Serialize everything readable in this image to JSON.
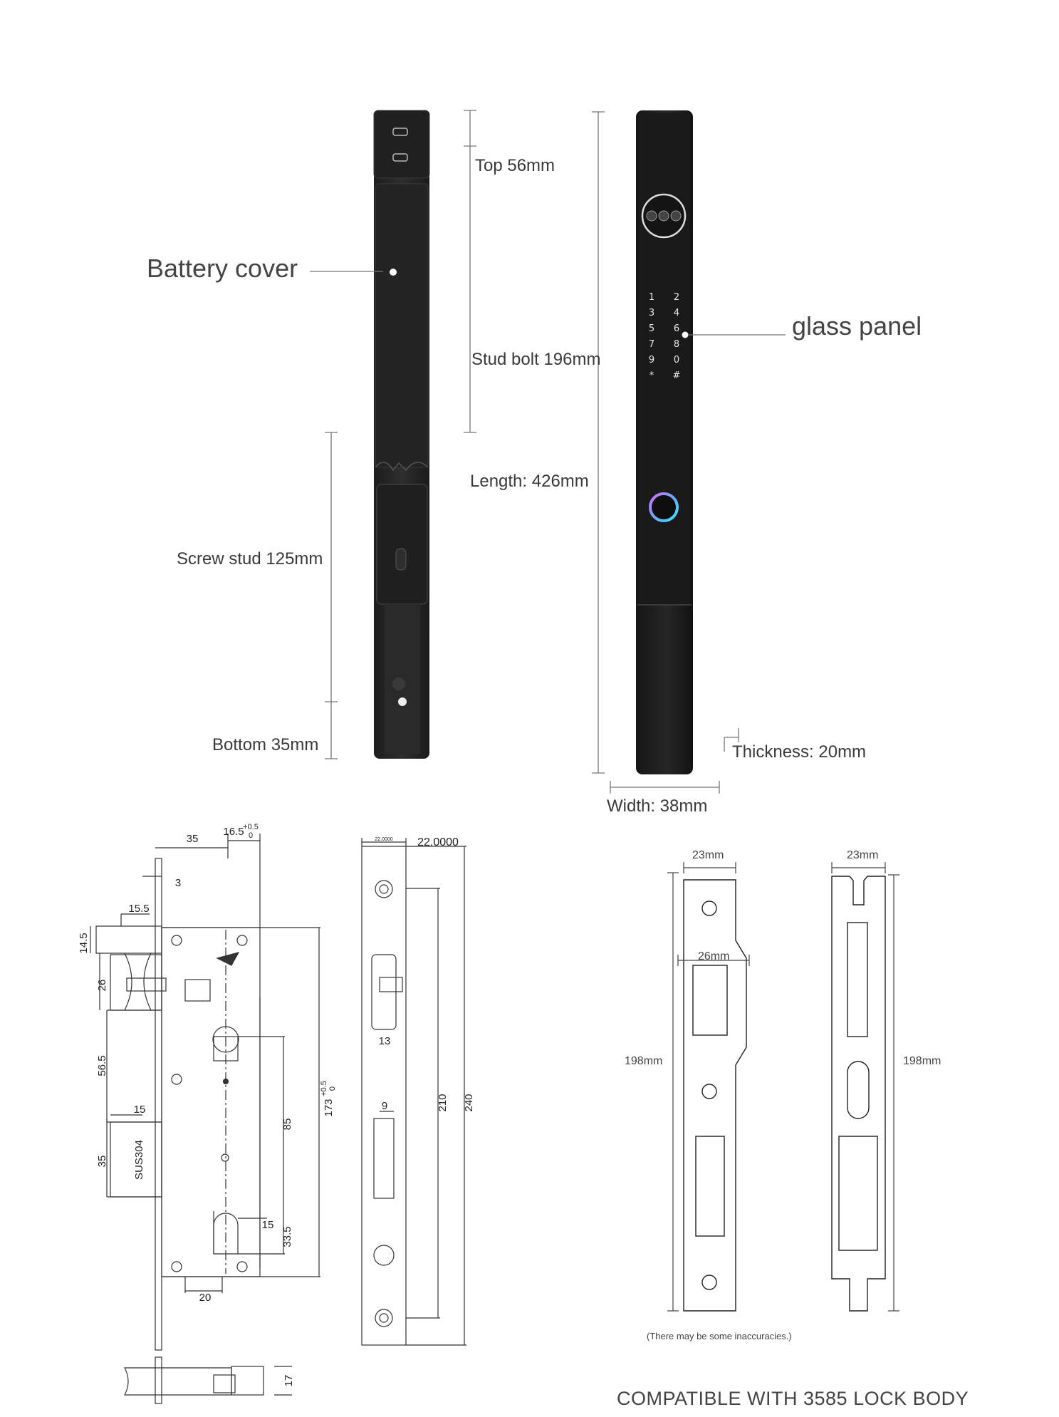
{
  "labels": {
    "battery_cover": "Battery cover",
    "glass_panel": "glass panel",
    "top": "Top 56mm",
    "stud_bolt": "Stud bolt 196mm",
    "length": "Length: 426mm",
    "screw_stud": "Screw stud 125mm",
    "bottom": "Bottom 35mm",
    "thickness": "Thickness: 20mm",
    "width": "Width: 38mm"
  },
  "keypad": {
    "left": [
      "1",
      "3",
      "5",
      "7",
      "9",
      "*"
    ],
    "right": [
      "2",
      "4",
      "6",
      "8",
      "0",
      "#"
    ]
  },
  "lock_body": {
    "d35": "35",
    "d16": "16.5",
    "d16_tol": "+0.5",
    "d16_tol2": "0",
    "d3": "3",
    "d15_5": "15.5",
    "d14_5": "14.5",
    "d26": "26",
    "d56_5": "56.5",
    "d15a": "15",
    "d35b": "35",
    "material": "SUS304",
    "d85": "85",
    "d173": "173",
    "d173_tol": "+0.5",
    "d173_tol2": "0",
    "d15b": "15",
    "d33_5": "33.5",
    "d20": "20",
    "d17": "17"
  },
  "faceplate": {
    "top_small": "22.0000",
    "top": "22.0000",
    "d13": "13",
    "d9": "9",
    "d210": "210",
    "d240": "240"
  },
  "strike_plates": {
    "w1": "23mm",
    "w2": "23mm",
    "w_mid": "26mm",
    "h1": "198mm",
    "h2": "198mm",
    "note": "(There may be some inaccuracies.)"
  },
  "footer": "COMPATIBLE WITH 3585 LOCK BODY"
}
